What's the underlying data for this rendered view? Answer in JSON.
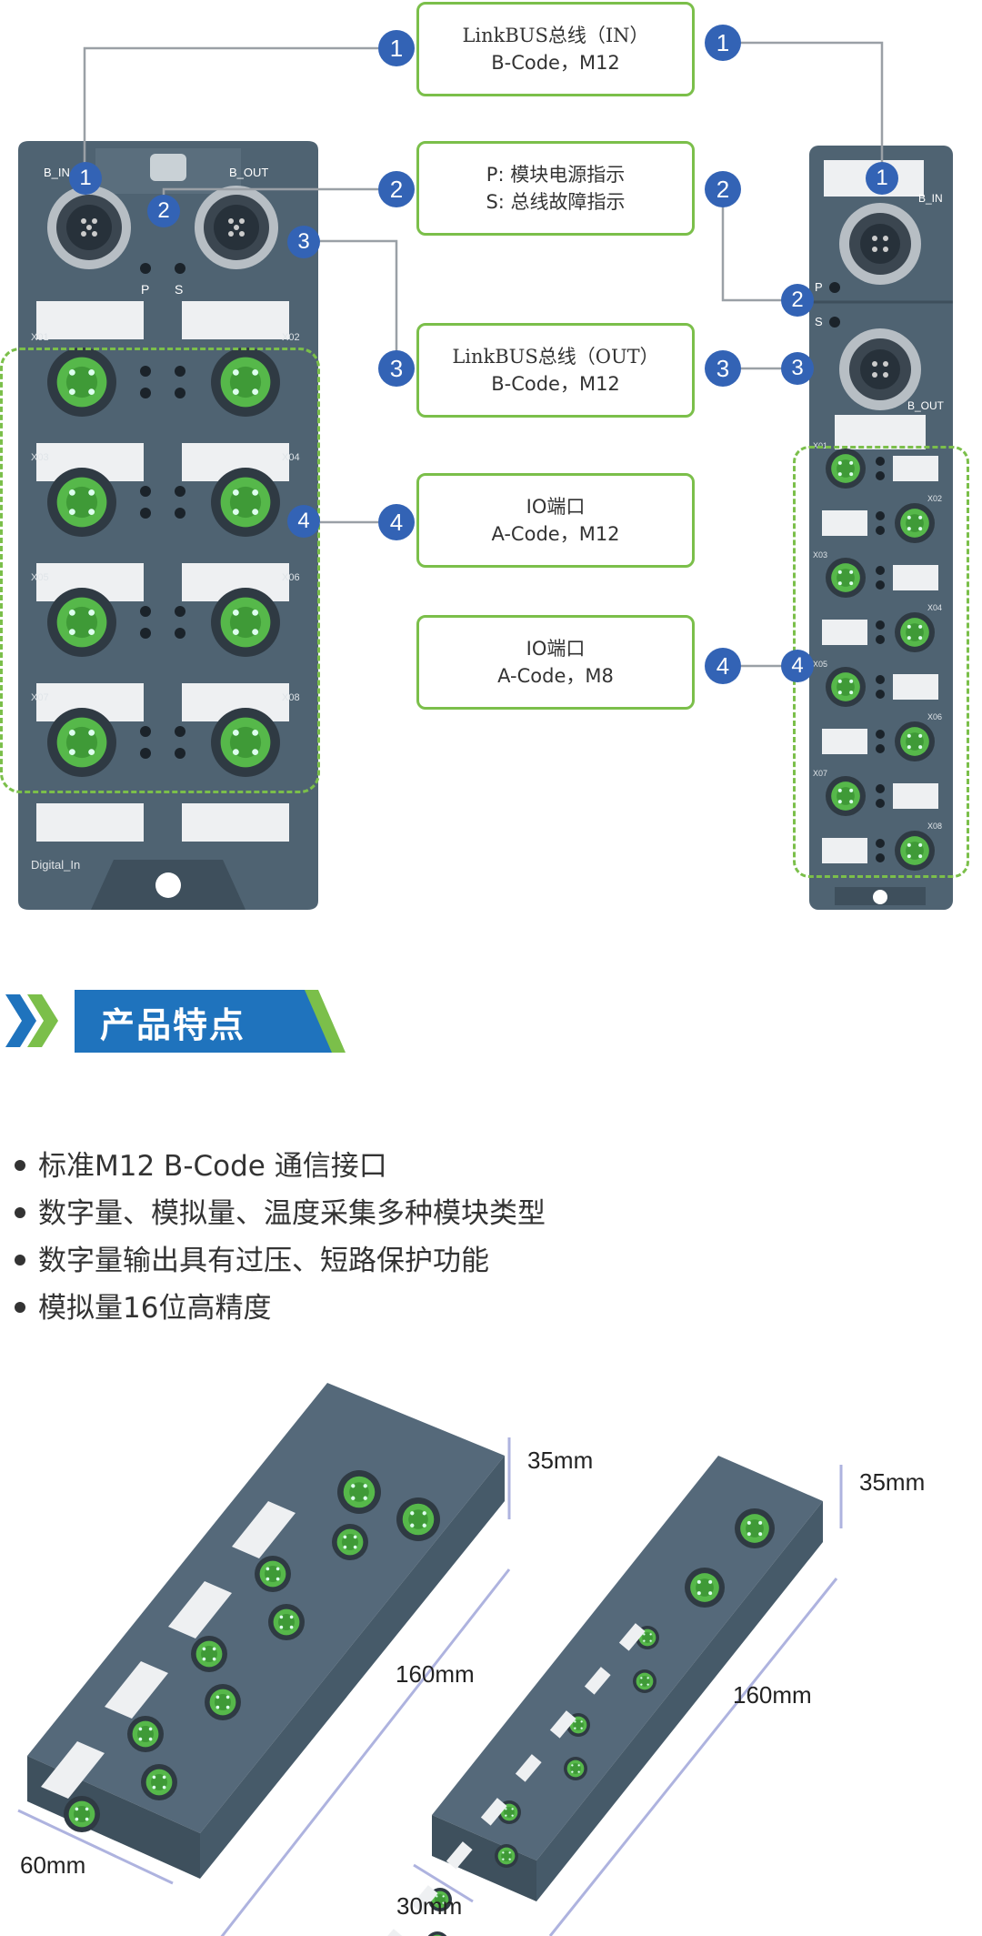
{
  "callouts": [
    {
      "line1": "LinkBUS总线（IN）",
      "line2": "B-Code，M12"
    },
    {
      "line1": "P: 模块电源指示",
      "line2": "S: 总线故障指示"
    },
    {
      "line1": "LinkBUS总线（OUT）",
      "line2": "B-Code，M12"
    },
    {
      "line1": "IO端口",
      "line2": "A-Code，M12"
    },
    {
      "line1": "IO端口",
      "line2": "A-Code，M8"
    }
  ],
  "badges": [
    "1",
    "2",
    "3",
    "4"
  ],
  "module_large": {
    "b_in": "B_IN",
    "b_out": "B_OUT",
    "p": "P",
    "s": "S",
    "ports": [
      "X01",
      "X02",
      "X03",
      "X04",
      "X05",
      "X06",
      "X07",
      "X08"
    ],
    "footer": "Digital_In"
  },
  "module_small": {
    "b_in": "B_IN",
    "b_out": "B_OUT",
    "p": "P",
    "s": "S",
    "ports": [
      "X01",
      "X02",
      "X03",
      "X04",
      "X05",
      "X06",
      "X07",
      "X08"
    ]
  },
  "section": {
    "title": "产品特点"
  },
  "features": [
    "标准M12 B-Code 通信接口",
    "数字量、模拟量、温度采集多种模块类型",
    "数字量输出具有过压、短路保护功能",
    "模拟量16位高精度"
  ],
  "dimensions": {
    "large_height": "35mm",
    "large_length": "160mm",
    "large_width": "60mm",
    "small_height": "35mm",
    "small_length": "160mm",
    "small_width": "30mm"
  },
  "colors": {
    "badge": "#3363b5",
    "callout_border": "#7bbf4a",
    "housing": "#4f6372",
    "banner": "#1f73bd",
    "connector_green": "#56b84a"
  }
}
